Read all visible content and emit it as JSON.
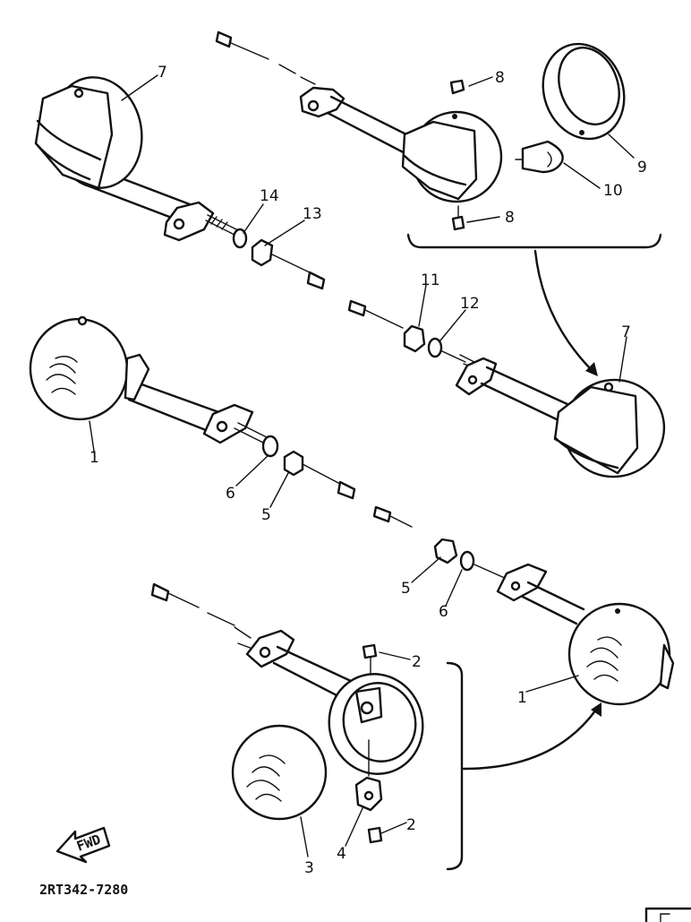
{
  "diagram": {
    "labels": {
      "p7a": "7",
      "p8a": "8",
      "p9": "9",
      "p10": "10",
      "p8b": "8",
      "p14": "14",
      "p13": "13",
      "p11": "11",
      "p12": "12",
      "p7b": "7",
      "p1a": "1",
      "p6a": "6",
      "p5a": "5",
      "p5b": "5",
      "p6b": "6",
      "p2a": "2",
      "p1b": "1",
      "p2b": "2",
      "p4": "4",
      "p3": "3"
    },
    "fwd_label": "FWD",
    "diagram_code": "2RT342-7280"
  }
}
